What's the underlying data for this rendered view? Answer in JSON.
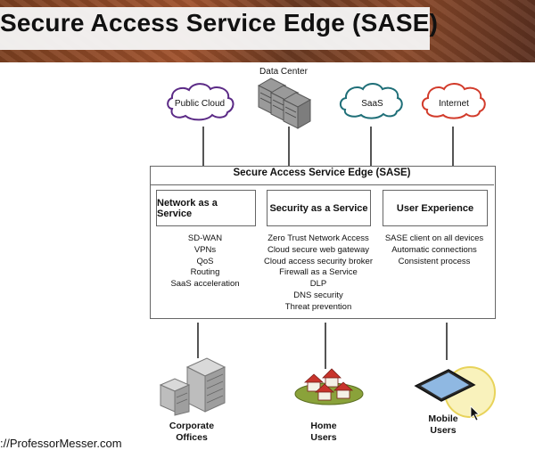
{
  "title": "Secure Access Service Edge (SASE)",
  "footer_url": "://ProfessorMesser.com",
  "top_nodes": {
    "public_cloud": "Public Cloud",
    "data_center": "Data Center",
    "saas": "SaaS",
    "internet": "Internet"
  },
  "sase": {
    "title": "Secure Access Service Edge (SASE)",
    "columns": [
      {
        "header": "Network as a Service",
        "items": [
          "SD-WAN",
          "VPNs",
          "QoS",
          "Routing",
          "SaaS acceleration"
        ]
      },
      {
        "header": "Security as a Service",
        "items": [
          "Zero Trust Network Access",
          "Cloud secure web gateway",
          "Cloud access security broker",
          "Firewall as a Service",
          "DLP",
          "DNS security",
          "Threat prevention"
        ]
      },
      {
        "header": "User Experience",
        "items": [
          "SASE client on all devices",
          "Automatic connections",
          "Consistent process"
        ]
      }
    ]
  },
  "bottom_nodes": {
    "corporate": [
      "Corporate",
      "Offices"
    ],
    "home": [
      "Home",
      "Users"
    ],
    "mobile": [
      "Mobile",
      "Users"
    ]
  },
  "colors": {
    "public_cloud": "#5b2a86",
    "saas": "#1f6f78",
    "internet": "#d23b2b",
    "house_roof": "#c8342c",
    "grass": "#8aa23a",
    "highlight": "#f2e36b"
  }
}
